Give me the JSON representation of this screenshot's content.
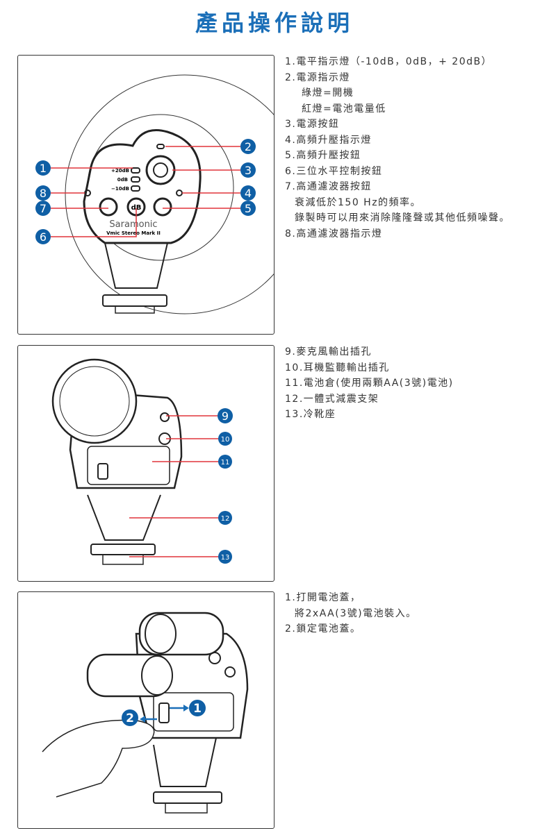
{
  "page_title": "產品操作說明",
  "section1": {
    "items": [
      "1.電平指示燈（-10dB，0dB，+ 20dB）",
      "2.電源指示燈",
      "綠燈=開機",
      "紅燈=電池電量低",
      "3.電源按鈕",
      "4.高頻升壓指示燈",
      "5.高頻升壓按鈕",
      "6.三位水平控制按鈕",
      "7.高通濾波器按鈕",
      "衰減低於150 Hz的頻率。",
      "錄製時可以用來消除隆隆聲或其他低頻噪聲。",
      "8.高通濾波器指示燈"
    ],
    "diagram": {
      "labels": [
        "+20dB",
        "0dB",
        "−10dB",
        "dB"
      ],
      "brand": "Saramonic",
      "model": "Vmic Stereo Mark II",
      "callouts": [
        "1",
        "2",
        "3",
        "4",
        "5",
        "6",
        "7",
        "8"
      ]
    }
  },
  "section2": {
    "items": [
      "9.麥克風輸出插孔",
      "10.耳機監聽輸出插孔",
      "11.電池倉(使用兩顆AA(3號)電池)",
      "12.一體式減震支架",
      "13.冷靴座"
    ],
    "diagram": {
      "callouts": [
        "9",
        "10",
        "11",
        "12",
        "13"
      ]
    }
  },
  "section3": {
    "items": [
      "1.打開電池蓋，",
      "將2xAA(3號)電池裝入。",
      "2.鎖定電池蓋。"
    ],
    "diagram": {
      "callouts": [
        "1",
        "2"
      ]
    }
  },
  "colors": {
    "accent": "#1b6fb8",
    "badge": "#0f5fa5",
    "leader": "#e0333a"
  }
}
